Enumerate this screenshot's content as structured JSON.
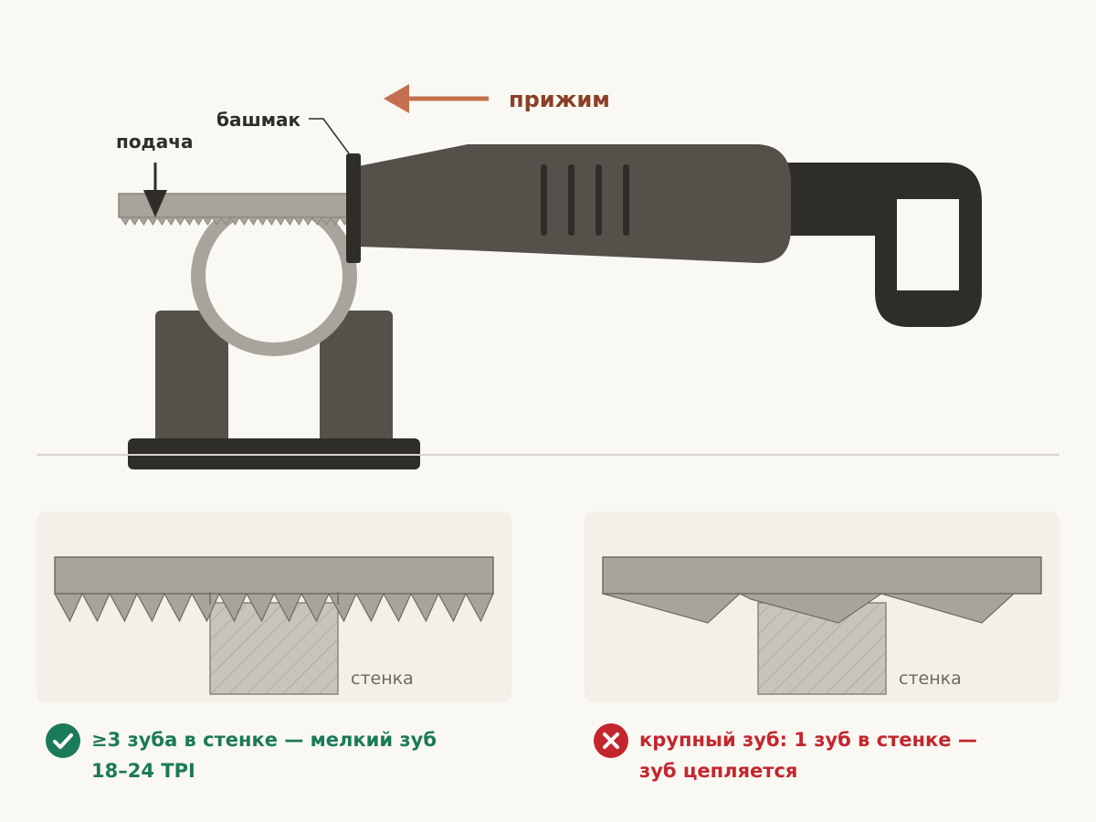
{
  "labels": {
    "pressure": "прижим",
    "shoe": "башмак",
    "feed": "подача"
  },
  "panels": {
    "good": {
      "wall_label": "стенка",
      "caption_line1": "≥3 зуба в стенке — мелкий зуб",
      "caption_line2": "18–24 TPI",
      "icon": "check-icon",
      "color": "#1b7a58"
    },
    "bad": {
      "wall_label": "стенка",
      "caption_line1": "крупный зуб: 1 зуб в стенке —",
      "caption_line2": "зуб цепляется",
      "icon": "cross-icon",
      "color": "#c4262e"
    }
  },
  "colors": {
    "background": "#faf8f3",
    "tool_body": "#55504a",
    "handle": "#2f2d2a",
    "blade": "#a8a39b",
    "arrow": "#c4704f",
    "panel_bg": "#f3f0e9"
  }
}
